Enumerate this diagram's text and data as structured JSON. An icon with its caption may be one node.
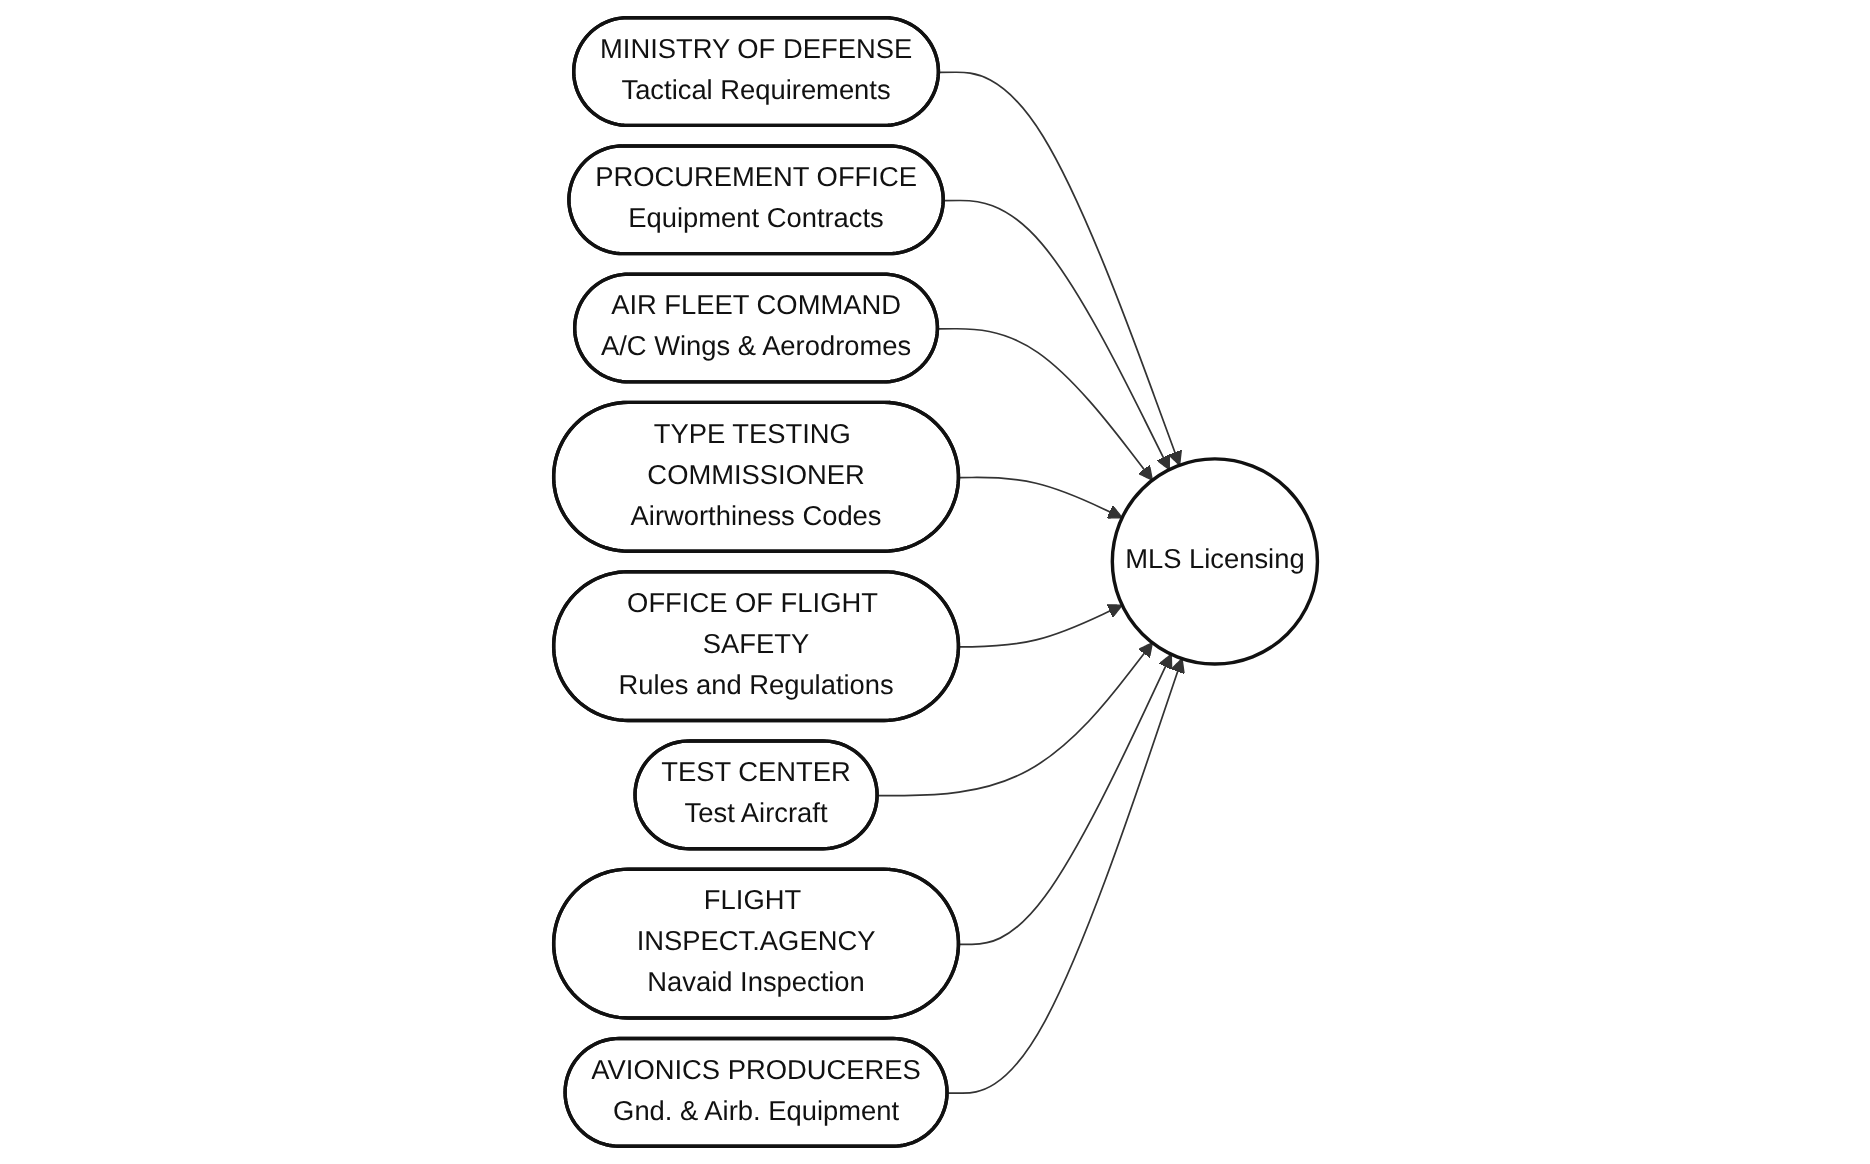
{
  "diagram": {
    "nodes": [
      {
        "text": [
          "MLS Licensing"
        ]
      },
      {
        "text": [
          "MINISTRY OF DEFENSE",
          "Tactical Requirements"
        ]
      },
      {
        "text": [
          "PROCUREMENT OFFICE",
          "Equipment Contracts"
        ]
      },
      {
        "text": [
          "AIR FLEET COMMAND",
          "A/C Wings & Aerodromes"
        ]
      },
      {
        "text": [
          "TYPE TESTING COMMISSIONER",
          "Airworthiness Codes"
        ]
      },
      {
        "text": [
          "OFFICE OF FLIGHT SAFETY",
          "Rules and Regulations"
        ]
      },
      {
        "text": [
          "TEST CENTER",
          "Test Aircraft"
        ]
      },
      {
        "text": [
          "FLIGHT INSPECT.AGENCY",
          "Navaid Inspection"
        ]
      },
      {
        "text": [
          "AVIONICS PRODUCERES",
          "Gnd. & Airb. Equipment"
        ]
      }
    ],
    "edges": [
      {
        "from": 1,
        "to": 0,
        "arrow": "to"
      },
      {
        "from": 2,
        "to": 0,
        "arrow": "to"
      },
      {
        "from": 3,
        "to": 0,
        "arrow": "to"
      },
      {
        "from": 4,
        "to": 0,
        "arrow": "to"
      },
      {
        "from": 5,
        "to": 0,
        "arrow": "to"
      },
      {
        "from": 6,
        "to": 0,
        "arrow": "to"
      },
      {
        "from": 7,
        "to": 0,
        "arrow": "to"
      },
      {
        "from": 8,
        "to": 0,
        "arrow": "to"
      }
    ]
  }
}
